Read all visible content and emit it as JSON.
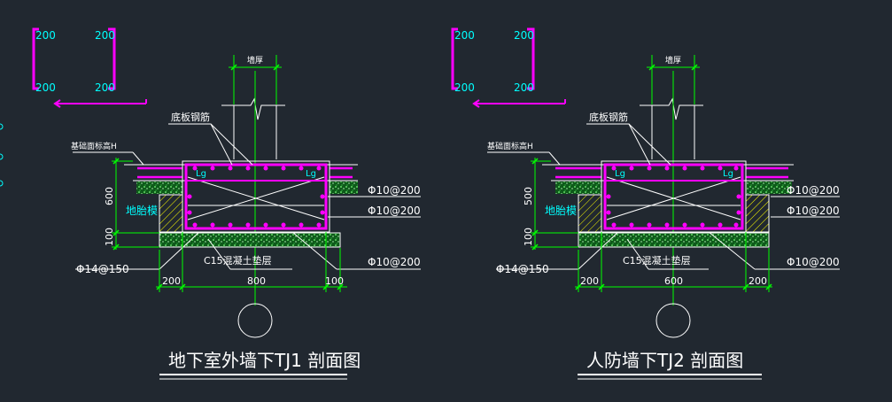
{
  "colors": {
    "background": "#212830",
    "magenta": "#ff00ff",
    "green": "#00ff00",
    "cyan": "#00ffff",
    "white": "#ffffff",
    "yellow": "#ffff00",
    "gravel": "#1e8f2a"
  },
  "stirrup": {
    "d1": "200",
    "d2": "200",
    "d3": "200",
    "d4": "200"
  },
  "left": {
    "title": "地下室外墙下TJ1 剖面图",
    "wall_label": "墙厚",
    "bottom_bar_label": "底板钢筋",
    "top_elev_label": "基础面标高H",
    "lg": "Lg",
    "height_label": "600",
    "bottom_height": "100",
    "tie_beam_label": "地胎模",
    "rebar_right_1": "Φ10@200",
    "rebar_right_2": "Φ10@200",
    "rebar_right_3": "Φ10@200",
    "rebar_left": "Φ14@150",
    "cushion_label": "C15混凝土垫层",
    "dim_left": "200",
    "dim_mid": "800",
    "dim_right": "100"
  },
  "right": {
    "title": "人防墙下TJ2 剖面图",
    "wall_label": "墙厚",
    "bottom_bar_label": "底板钢筋",
    "top_elev_label": "基础面标高H",
    "lg": "Lg",
    "height_label": "500",
    "bottom_height": "100",
    "tie_beam_label": "地胎模",
    "rebar_right_1": "Φ10@200",
    "rebar_right_2": "Φ10@200",
    "rebar_right_3": "Φ10@200",
    "rebar_left": "Φ14@150",
    "cushion_label": "C15混凝土垫层",
    "dim_left": "200",
    "dim_mid": "600",
    "dim_right": "200"
  }
}
